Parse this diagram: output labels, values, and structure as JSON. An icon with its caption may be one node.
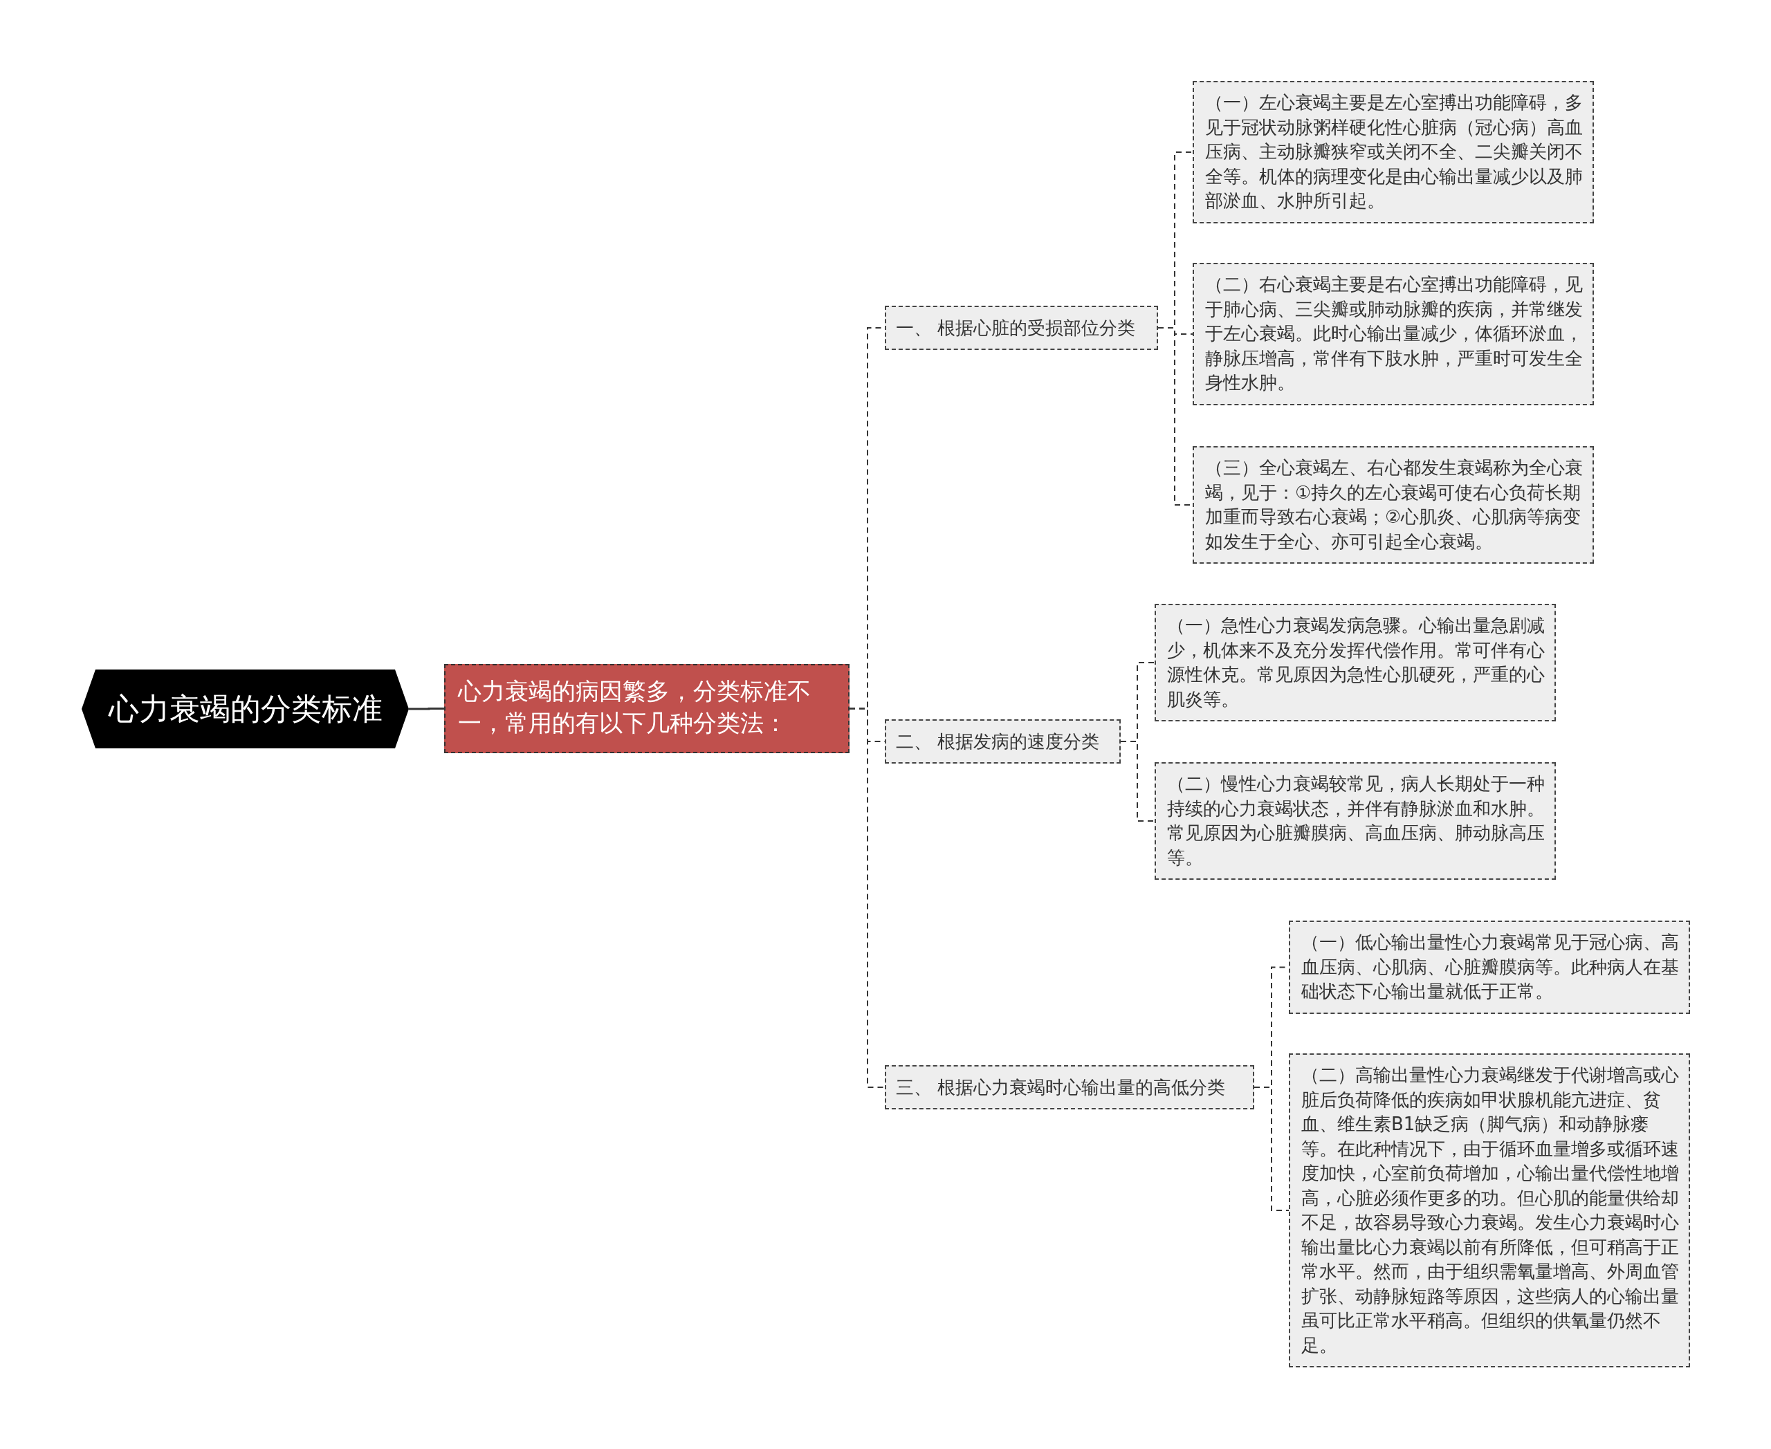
{
  "diagram": {
    "nodes": [
      {
        "text": [
          "心力衰竭的分类标准"
        ]
      },
      {
        "text": [
          "心力衰竭的病因繁多，分类标准不一，常用的有以下几种分类法："
        ]
      },
      {
        "text": [
          "一、 根据心脏的受损部位分类"
        ]
      },
      {
        "text": [
          "二、 根据发病的速度分类"
        ]
      },
      {
        "text": [
          "三、 根据心力衰竭时心输出量的高低分类"
        ]
      },
      {
        "text": [
          "（一）左心衰竭主要是左心室搏出功能障碍，多见于冠状动脉粥样硬化性心脏病（冠心病）高血压病、主动脉瓣狭窄或关闭不全、二尖瓣关闭不全等。机体的病理变化是由心输出量减少以及肺部淤血、水肿所引起。"
        ]
      },
      {
        "text": [
          "（二）右心衰竭主要是右心室搏出功能障碍，见于肺心病、三尖瓣或肺动脉瓣的疾病，并常继发于左心衰竭。此时心输出量减少，体循环淤血，静脉压增高，常伴有下肢水肿，严重时可发生全身性水肿。"
        ]
      },
      {
        "text": [
          "（三）全心衰竭左、右心都发生衰竭称为全心衰竭，见于：①持久的左心衰竭可使右心负荷长期加重而导致右心衰竭；②心肌炎、心肌病等病变如发生于全心、亦可引起全心衰竭。"
        ]
      },
      {
        "text": [
          "（一）急性心力衰竭发病急骤。心输出量急剧减少，机体来不及充分发挥代偿作用。常可伴有心源性休克。常见原因为急性心肌硬死，严重的心肌炎等。"
        ]
      },
      {
        "text": [
          "（二）慢性心力衰竭较常见，病人长期处于一种持续的心力衰竭状态，并伴有静脉淤血和水肿。常见原因为心脏瓣膜病、高血压病、肺动脉高压等。"
        ]
      },
      {
        "text": [
          "（一）低心输出量性心力衰竭常见于冠心病、高血压病、心肌病、心脏瓣膜病等。此种病人在基础状态下心输出量就低于正常。"
        ]
      },
      {
        "text": [
          "（二）高输出量性心力衰竭继发于代谢增高或心脏后负荷降低的疾病如甲状腺机能亢进症、贫血、维生素B1缺乏病（脚气病）和动静脉瘘等。在此种情况下，由于循环血量增多或循环速度加快，心室前负荷增加，心输出量代偿性地增高，心脏必须作更多的功。但心肌的能量供给却不足，故容易导致心力衰竭。发生心力衰竭时心输出量比心力衰竭以前有所降低，但可稍高于正常水平。然而，由于组织需氧量增高、外周血管扩张、动静脉短路等原因，这些病人的心输出量虽可比正常水平稍高。但组织的供氧量仍然不足。"
        ]
      }
    ],
    "edges": [
      {
        "from": 0,
        "to": 1,
        "arrow": "none"
      },
      {
        "from": 1,
        "to": 2,
        "arrow": "none",
        "style": "dashed"
      },
      {
        "from": 1,
        "to": 3,
        "arrow": "none",
        "style": "dashed"
      },
      {
        "from": 1,
        "to": 4,
        "arrow": "none",
        "style": "dashed"
      },
      {
        "from": 2,
        "to": 5,
        "arrow": "none",
        "style": "dashed"
      },
      {
        "from": 2,
        "to": 6,
        "arrow": "none",
        "style": "dashed"
      },
      {
        "from": 2,
        "to": 7,
        "arrow": "none",
        "style": "dashed"
      },
      {
        "from": 3,
        "to": 8,
        "arrow": "none",
        "style": "dashed"
      },
      {
        "from": 3,
        "to": 9,
        "arrow": "none",
        "style": "dashed"
      },
      {
        "from": 4,
        "to": 10,
        "arrow": "none",
        "style": "dashed"
      },
      {
        "from": 4,
        "to": 11,
        "arrow": "none",
        "style": "dashed"
      }
    ]
  }
}
